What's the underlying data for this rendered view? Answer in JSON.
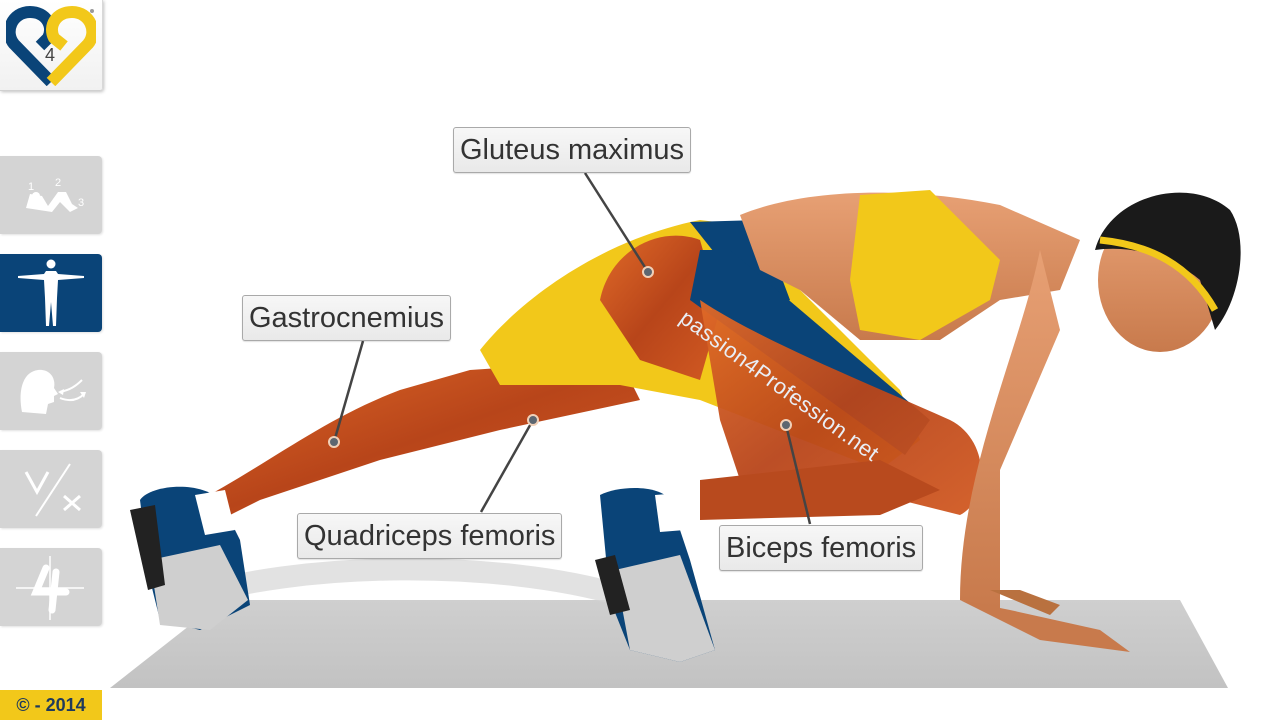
{
  "brand": {
    "logo_icon": "p4p-heart-logo-icon",
    "colors": {
      "blue": "#0a4478",
      "yellow": "#f2c81a",
      "nav_inactive": "#d4d4d4"
    }
  },
  "sidebar": {
    "items": [
      {
        "id": "steps",
        "icon": "exercise-steps-icon",
        "active": false
      },
      {
        "id": "muscles",
        "icon": "body-muscles-icon",
        "active": true
      },
      {
        "id": "breathing",
        "icon": "breathing-icon",
        "active": false
      },
      {
        "id": "dos-donts",
        "icon": "check-cross-icon",
        "active": false
      },
      {
        "id": "variations",
        "icon": "number-four-icon",
        "active": false
      }
    ]
  },
  "copyright": {
    "text": "© - 2014"
  },
  "illustration": {
    "watermark": "passion4Profession.net",
    "labels": [
      {
        "id": "gluteus",
        "text": "Gluteus maximus"
      },
      {
        "id": "gastrocnemius",
        "text": "Gastrocnemius"
      },
      {
        "id": "quadriceps",
        "text": "Quadriceps femoris"
      },
      {
        "id": "biceps",
        "text": "Biceps femoris"
      }
    ]
  }
}
